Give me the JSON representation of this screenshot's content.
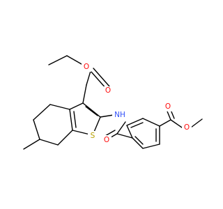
{
  "colors": {
    "background": "#ffffff",
    "bond": "#000000",
    "oxygen": "#ff0d0d",
    "nitrogen": "#3050f8",
    "sulfur": "#b8a000",
    "carbon_hydrogen": "#000000"
  },
  "atoms": {
    "o_ester_single": "O",
    "o_ester_double": "O",
    "nh": "NH",
    "s_ring": "S",
    "o_amide": "O",
    "o_methyl_ester_double": "O",
    "o_methyl_ester_single": "O"
  }
}
